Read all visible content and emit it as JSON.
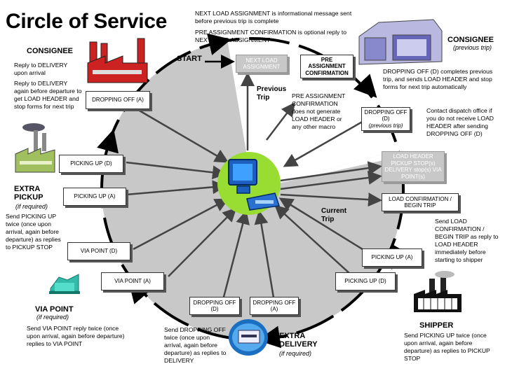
{
  "title": "Circle of Service",
  "top_notes": {
    "line1": "NEXT LOAD ASSIGNMENT is informational message sent before previous trip is complete",
    "line2": "PRE ASSIGNMENT CONFIRMATION is optional reply to NEXT LOAD ASSIGNMENT"
  },
  "start_label": "START",
  "previous_trip_label": "Previous Trip",
  "current_trip_label": "Current Trip",
  "consignee_left": {
    "header": "CONSIGNEE",
    "note1": "Reply to DELIVERY upon arrival",
    "note2": "Reply to DELIVERY again before departure to get LOAD HEADER and stop forms for next trip"
  },
  "consignee_right": {
    "header": "CONSIGNEE",
    "sub": "(previous trip)",
    "note": "DROPPING OFF (D) completes previous trip, and sends LOAD HEADER and stop forms for next trip automatically"
  },
  "pre_assign_note": "PRE ASSIGNMENT CONFIRMATION does not generate LOAD HEADER or any other macro",
  "contact_note": "Contact dispatch office if you do not receive LOAD HEADER after sending DROPPING OFF (D)",
  "extra_pickup": {
    "header": "EXTRA PICKUP",
    "sub": "(if required)",
    "note": "Send PICKING UP twice (once upon arrival, again before departure) as replies to PICKUP STOP"
  },
  "load_conf_note": "Send LOAD CONFIRMATION / BEGIN TRIP as reply to LOAD HEADER immediately before starting to shipper",
  "via_point": {
    "header": "VIA POINT",
    "sub": "(if required)",
    "note": "Send VIA POINT reply twice (once upon arrival, again before departure) replies to VIA POINT"
  },
  "shipper": {
    "header": "SHIPPER",
    "note": "Send PICKING UP twice (once upon arrival, again before departure) as replies to PICKUP STOP"
  },
  "extra_delivery": {
    "header": "EXTRA DELIVERY",
    "sub": "(if required)",
    "note": "Send DROPPING OFF twice (once upon arrival, again before departure) as replies to DELIVERY"
  },
  "boxes": {
    "next_load": "NEXT LOAD ASSIGNMENT",
    "pre_assign": "PRE ASSIGNMENT CONFIRMATION",
    "dropping_off_a_top": "DROPPING OFF (A)",
    "dropping_off_d_prev": "DROPPING OFF (D)",
    "dropping_off_d_prev_sub": "(previous trip)",
    "load_header": "LOAD HEADER PICKUP STOP(s) DELIVERY stop(s) VIA POINT(s)",
    "picking_up_d_left": "PICKING UP (D)",
    "picking_up_a_left": "PICKING UP (A)",
    "load_confirmation": "LOAD CONFIRMATION / BEGIN TRIP",
    "via_point_d": "VIA POINT (D)",
    "via_point_a": "VIA POINT (A)",
    "picking_up_a_right": "PICKING UP (A)",
    "picking_up_d_right": "PICKING UP (D)",
    "dropping_off_d_bottom": "DROPPING OFF (D)",
    "dropping_off_a_bottom": "DROPPING OFF (A)"
  },
  "colors": {
    "circle_fill": "#c8c8c8",
    "computer_halo": "#99dd33",
    "factory_red": "#cc2222",
    "monitor_blue": "#2266cc"
  }
}
